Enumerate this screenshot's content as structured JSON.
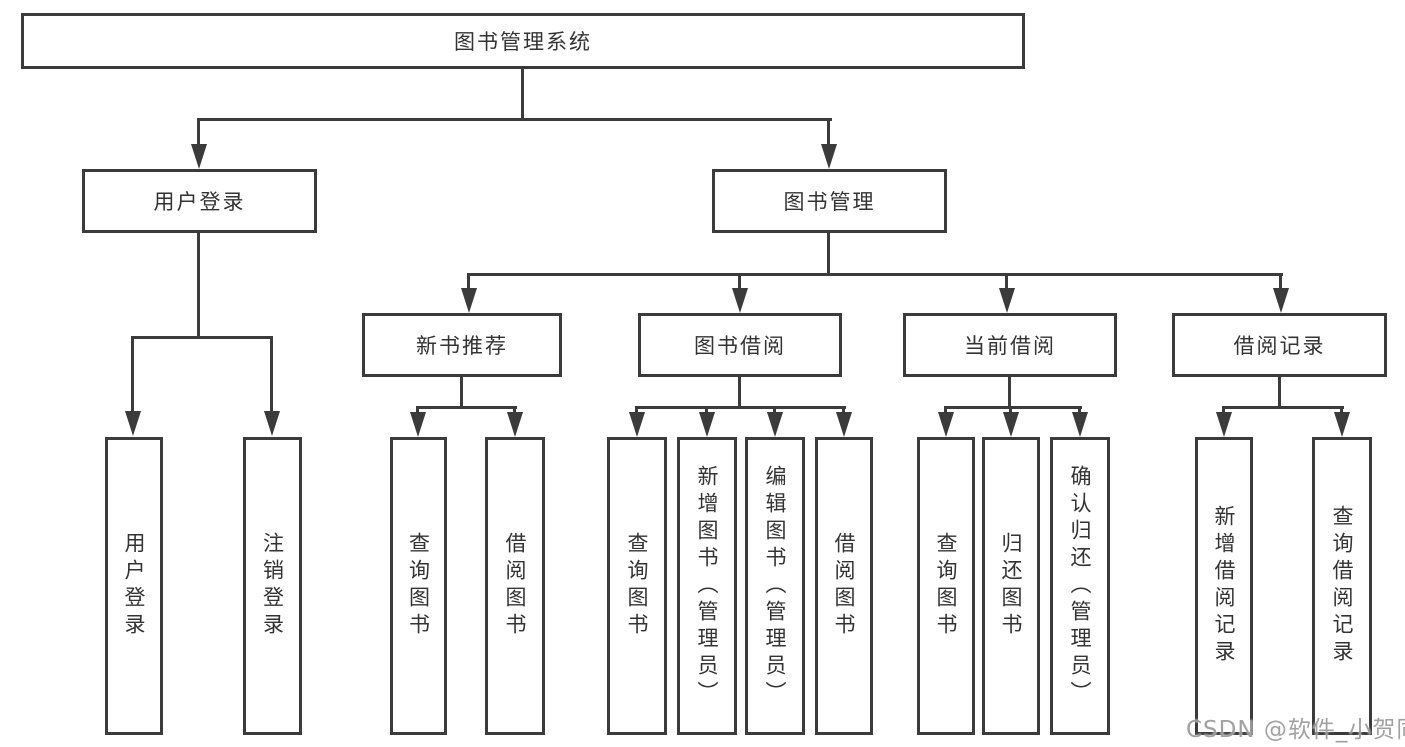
{
  "nodes": {
    "root": "图书管理系统",
    "user_login": "用户登录",
    "book_mgmt": "图书管理",
    "new_book": "新书推荐",
    "book_borrow": "图书借阅",
    "current_borrow": "当前借阅",
    "borrow_records": "借阅记录"
  },
  "leaves": {
    "user_login": [
      "用户登录",
      "注销登录"
    ],
    "new_book": [
      "查询图书",
      "借阅图书"
    ],
    "book_borrow": [
      "查询图书",
      "新增图书（管理员）",
      "编辑图书（管理员）",
      "借阅图书"
    ],
    "current_borrow": [
      "查询图书",
      "归还图书",
      "确认归还（管理员）"
    ],
    "borrow_records": [
      "新增借阅记录",
      "查询借阅记录"
    ]
  },
  "watermark": "CSDN @软件_小贺同学",
  "colors": {
    "line": "#3b3b3b",
    "text": "#333333",
    "watermark": "#919191",
    "background": "#ffffff"
  }
}
